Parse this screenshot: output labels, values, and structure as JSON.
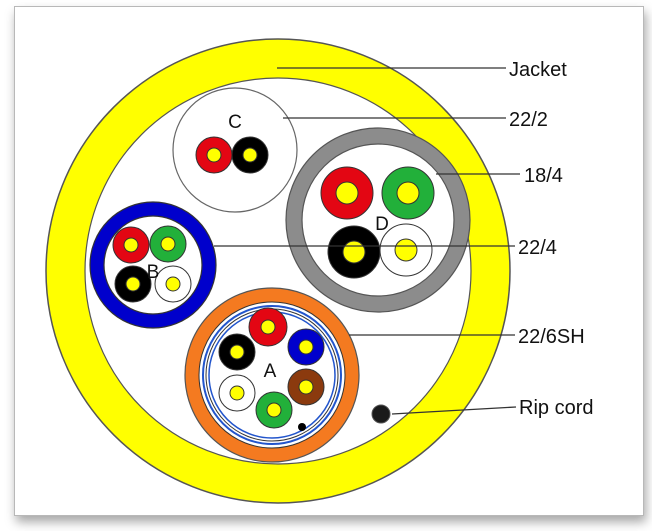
{
  "colors": {
    "jacket": "#ffff00",
    "red": "#e30613",
    "green": "#22b03a",
    "black": "#000000",
    "white": "#ffffff",
    "blue": "#0000cc",
    "brown": "#8b3a0e",
    "gray": "#8c8c8c",
    "orange": "#f47a20",
    "core": "#ffff00",
    "outline": "#333333"
  },
  "labels": {
    "jacket": "Jacket",
    "c22_2": "22/2",
    "c18_4": "18/4",
    "c22_4": "22/4",
    "c22_6sh": "22/6SH",
    "ripcord": "Rip cord"
  },
  "sub_labels": {
    "a": "A",
    "b": "B",
    "c": "C",
    "d": "D"
  }
}
